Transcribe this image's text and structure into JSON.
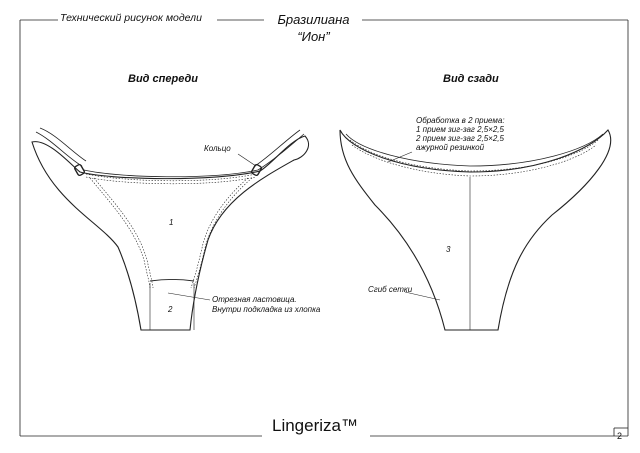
{
  "header": {
    "left_label": "Технический рисунок модели",
    "title": "Бразилиана",
    "subtitle": "“Ион”"
  },
  "front_view": {
    "label": "Вид спереди",
    "ring_label": "Кольцо",
    "panel_1": "1",
    "panel_2": "2",
    "gusset_note_1": "Отрезная ластовица.",
    "gusset_note_2": "Внутри подкладка из хлопка"
  },
  "back_view": {
    "label": "Вид сзади",
    "finish_note": [
      "Обработка в 2 приема:",
      "1 прием зиг-заг 2,5×2,5",
      "2 прием зиг-заг 2,5×2,5",
      "ажурной резинкой"
    ],
    "panel_3": "3",
    "fold_label": "Сгиб сетки"
  },
  "footer": {
    "brand": "Lingeriza™",
    "page_number": "2"
  }
}
